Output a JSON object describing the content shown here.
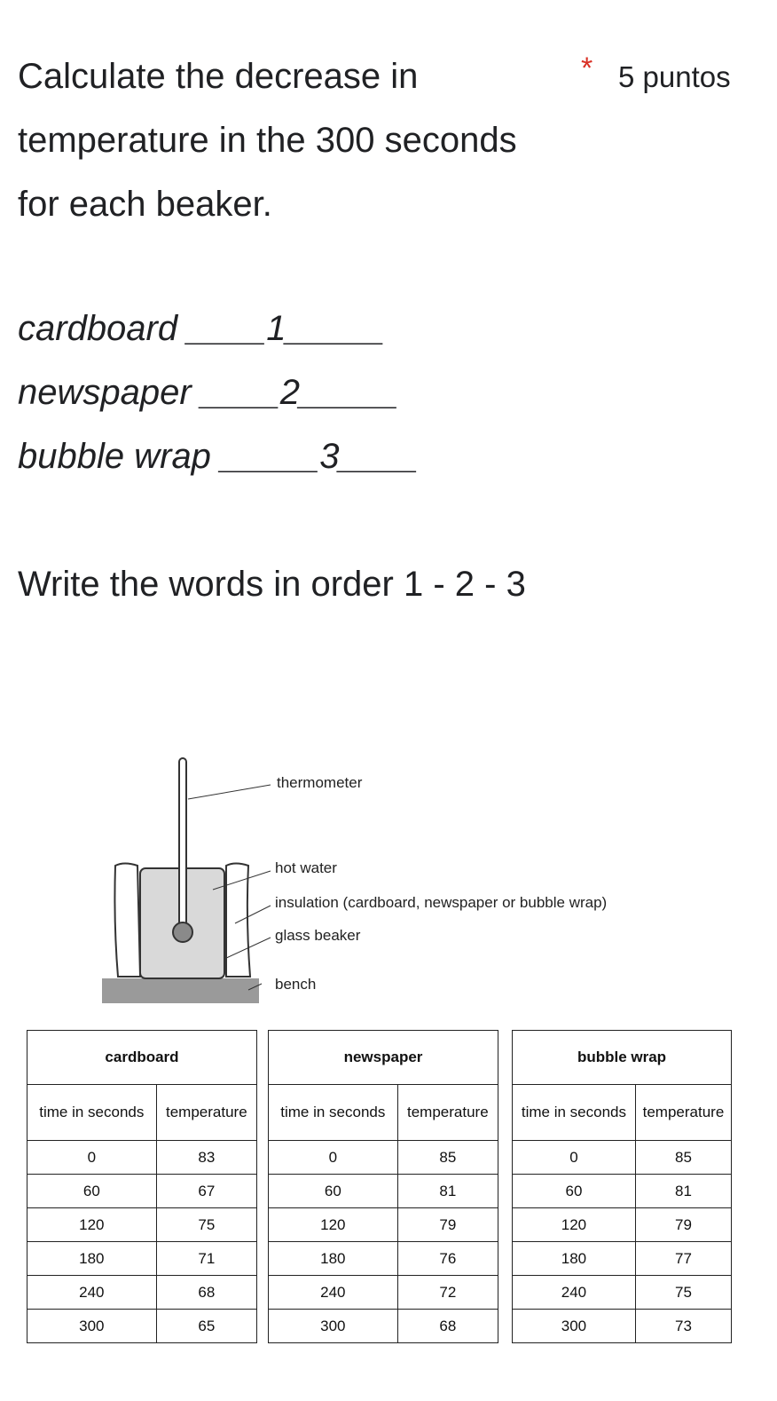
{
  "question": {
    "text": "Calculate the decrease in temperature in the 300 seconds for each beaker.",
    "required_mark": "*",
    "points": "5 puntos"
  },
  "blanks": [
    "cardboard ____1_____",
    "newspaper ____2_____",
    "bubble wrap _____3____"
  ],
  "instruction": "Write the words in order 1 - 2 - 3",
  "diagram": {
    "labels": [
      "thermometer",
      "hot water",
      "insulation (cardboard, newspaper or bubble wrap)",
      "glass beaker",
      "bench"
    ]
  },
  "tables": [
    {
      "title": "cardboard",
      "col_time": "time in seconds",
      "col_temp": "temperature",
      "rows": [
        [
          "0",
          "83"
        ],
        [
          "60",
          "67"
        ],
        [
          "120",
          "75"
        ],
        [
          "180",
          "71"
        ],
        [
          "240",
          "68"
        ],
        [
          "300",
          "65"
        ]
      ]
    },
    {
      "title": "newspaper",
      "col_time": "time in seconds",
      "col_temp": "temperature",
      "rows": [
        [
          "0",
          "85"
        ],
        [
          "60",
          "81"
        ],
        [
          "120",
          "79"
        ],
        [
          "180",
          "76"
        ],
        [
          "240",
          "72"
        ],
        [
          "300",
          "68"
        ]
      ]
    },
    {
      "title": "bubble wrap",
      "col_time": "time in seconds",
      "col_temp": "temperature",
      "rows": [
        [
          "0",
          "85"
        ],
        [
          "60",
          "81"
        ],
        [
          "120",
          "79"
        ],
        [
          "180",
          "77"
        ],
        [
          "240",
          "75"
        ],
        [
          "300",
          "73"
        ]
      ]
    }
  ]
}
